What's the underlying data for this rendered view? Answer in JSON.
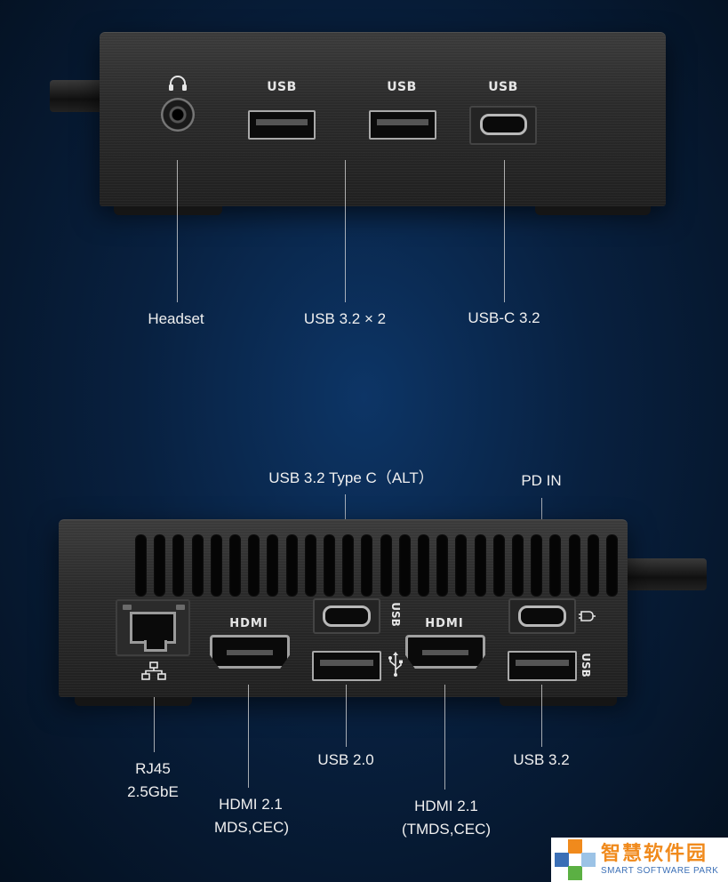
{
  "top_view": {
    "port_labels": {
      "usb_a_1": "USB",
      "usb_a_2": "USB",
      "usb_c": "USB"
    },
    "callouts": {
      "headset": "Headset",
      "usb32x2": "USB 3.2 × 2",
      "usbc32": "USB-C 3.2"
    },
    "icons": {
      "headset": "headset-icon"
    }
  },
  "bottom_view": {
    "port_labels": {
      "hdmi_1": "HDMI",
      "hdmi_2": "HDMI",
      "usb_c_alt": "USB",
      "usb_a_32": "USB"
    },
    "callouts": {
      "usb32_typec_alt": "USB 3.2 Type C（ALT）",
      "pd_in": "PD IN",
      "rj45_line1": "RJ45",
      "rj45_line2": "2.5GbE",
      "hdmi1_line1": "HDMI 2.1",
      "hdmi1_line2": "MDS,CEC)",
      "usb20": "USB 2.0",
      "hdmi2_line1": "HDMI 2.1",
      "hdmi2_line2": "(TMDS,CEC)",
      "usb32": "USB 3.2"
    },
    "icons": {
      "network": "network-icon",
      "usb_symbol": "usb-symbol-icon",
      "power_plug": "power-plug-icon"
    }
  },
  "watermark": {
    "cn": "智慧软件园",
    "en": "SMART SOFTWARE PARK",
    "colors": {
      "orange": "#f08a1c",
      "blue": "#3b6fb6",
      "green": "#5bb043"
    }
  },
  "colors": {
    "background": "#08203f",
    "device": "#2b2b2b",
    "label_text": "#f0f0f0"
  }
}
